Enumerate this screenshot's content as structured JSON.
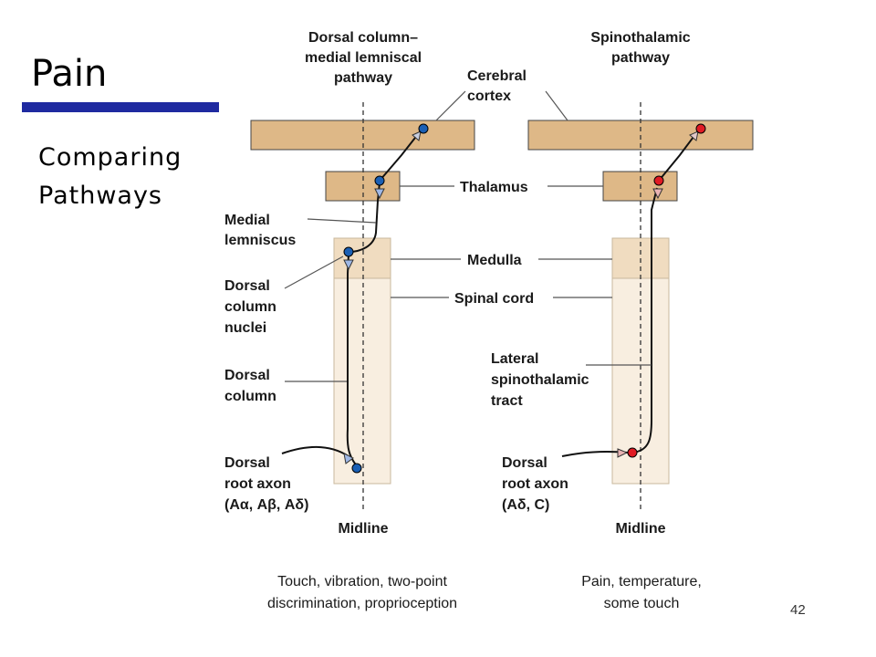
{
  "slide": {
    "title": "Pain",
    "subtitle_lines": [
      "Comparing",
      "Pathways"
    ],
    "page_number": "42"
  },
  "diagram": {
    "left_heading": [
      "Dorsal column–",
      "medial lemniscal",
      "pathway"
    ],
    "right_heading": [
      "Spinothalamic",
      "pathway"
    ],
    "labels": {
      "cerebral_cortex": [
        "Cerebral",
        "cortex"
      ],
      "thalamus": "Thalamus",
      "medulla": "Medulla",
      "spinal_cord": "Spinal cord",
      "medial_lemniscus": [
        "Medial",
        "lemniscus"
      ],
      "dorsal_column_nuclei": [
        "Dorsal",
        "column",
        "nuclei"
      ],
      "dorsal_column": [
        "Dorsal",
        "column"
      ],
      "dorsal_root_axon_left": [
        "Dorsal",
        "root axon",
        "(Aα, Aβ, Aδ)"
      ],
      "lateral_spinothalamic_tract": [
        "Lateral",
        "spinothalamic",
        "tract"
      ],
      "dorsal_root_axon_right": [
        "Dorsal",
        "root axon",
        "(Aδ, C)"
      ],
      "midline_left": "Midline",
      "midline_right": "Midline"
    },
    "left_caption": [
      "Touch, vibration, two-point",
      "discrimination, proprioception"
    ],
    "right_caption": [
      "Pain, temperature,",
      "some touch"
    ]
  },
  "colors": {
    "title_bar": "#1f2aa0",
    "brain_region": "#deb887",
    "medulla": "#f0dcc0",
    "spinal_cord": "#f8eee0",
    "left_neuron": "#1a5fb4",
    "right_neuron": "#e01b24"
  }
}
